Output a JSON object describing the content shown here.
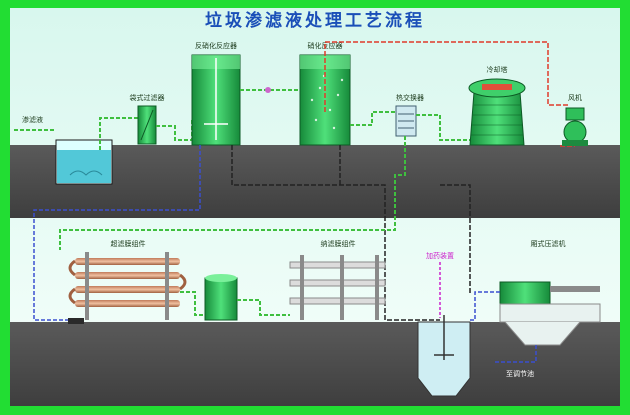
{
  "title": "垃圾渗滤液处理工艺流程",
  "labels": {
    "leachate": "渗滤液",
    "bag_filter": "袋式过滤器",
    "denitrification": "反硝化反应器",
    "nitrification": "硝化反应器",
    "heat_exchanger": "热交换器",
    "cooling_tower": "冷却塔",
    "fan": "风机",
    "ultrafiltration": "超滤膜组件",
    "nanofiltration": "纳滤膜组件",
    "dosing": "加药装置",
    "filter_press": "厢式压滤机",
    "regulating_tank": "至调节池"
  },
  "colors": {
    "frame": "#22dd33",
    "sky": "#eafbf6",
    "ground": "#4a4a4a",
    "tank_green": "#2fbf5a",
    "pipe_dash": "#3fbf3f",
    "air_line": "#e03a2a",
    "sludge_line": "#222222",
    "return_line": "#3a4fd0",
    "title": "#1a4fb8"
  }
}
